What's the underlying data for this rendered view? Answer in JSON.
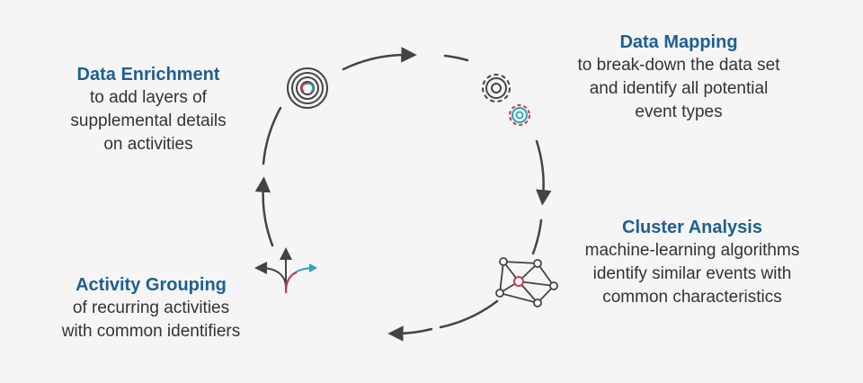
{
  "colors": {
    "title": "#1f5f8f",
    "text": "#333333",
    "ring": "#444444",
    "accent_red": "#d0344e",
    "accent_teal": "#2fa3b3",
    "background": "#f5f5f5"
  },
  "stages": {
    "enrichment": {
      "title": "Data Enrichment",
      "desc": "to add layers of\nsupplemental details\non activities",
      "icon": "target-icon"
    },
    "mapping": {
      "title": "Data Mapping",
      "desc": "to break-down the data set\nand identify all potential\nevent types",
      "icon": "gears-icon"
    },
    "cluster": {
      "title": "Cluster Analysis",
      "desc": "machine-learning algorithms\nidentify similar events with\ncommon characteristics",
      "icon": "network-icon"
    },
    "grouping": {
      "title": "Activity Grouping",
      "desc": "of recurring activities\nwith common identifiers",
      "icon": "branch-arrows-icon"
    }
  }
}
